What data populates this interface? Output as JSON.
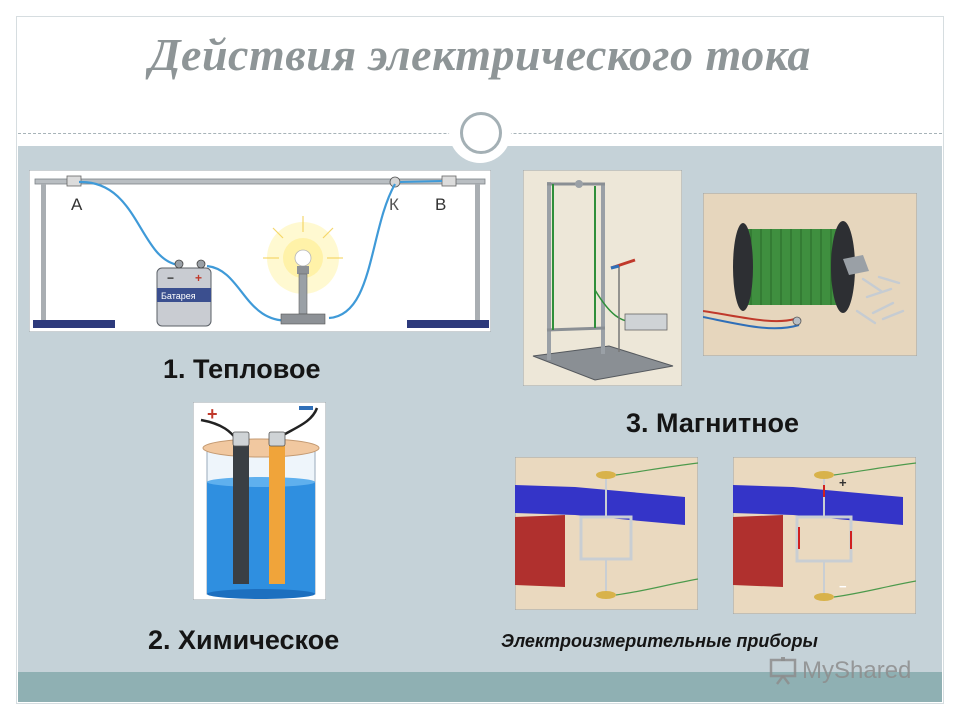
{
  "title": "Действия электрического тока",
  "labels": {
    "thermal": "1. Тепловое",
    "chemical": "2. Химическое",
    "magnetic": "3. Магнитное",
    "instruments": "Электроизмерительные приборы"
  },
  "diagram_thermal": {
    "terminal_a": "A",
    "terminal_k": "К",
    "terminal_b": "B",
    "battery_label": "Батарея",
    "plus": "+",
    "minus": "−"
  },
  "watermark": {
    "text": "MyShared"
  },
  "colors": {
    "title": "#8e9597",
    "background": "#c5d2d8",
    "footer": "#8fb0b3",
    "wire": "#3f9ad8"
  }
}
